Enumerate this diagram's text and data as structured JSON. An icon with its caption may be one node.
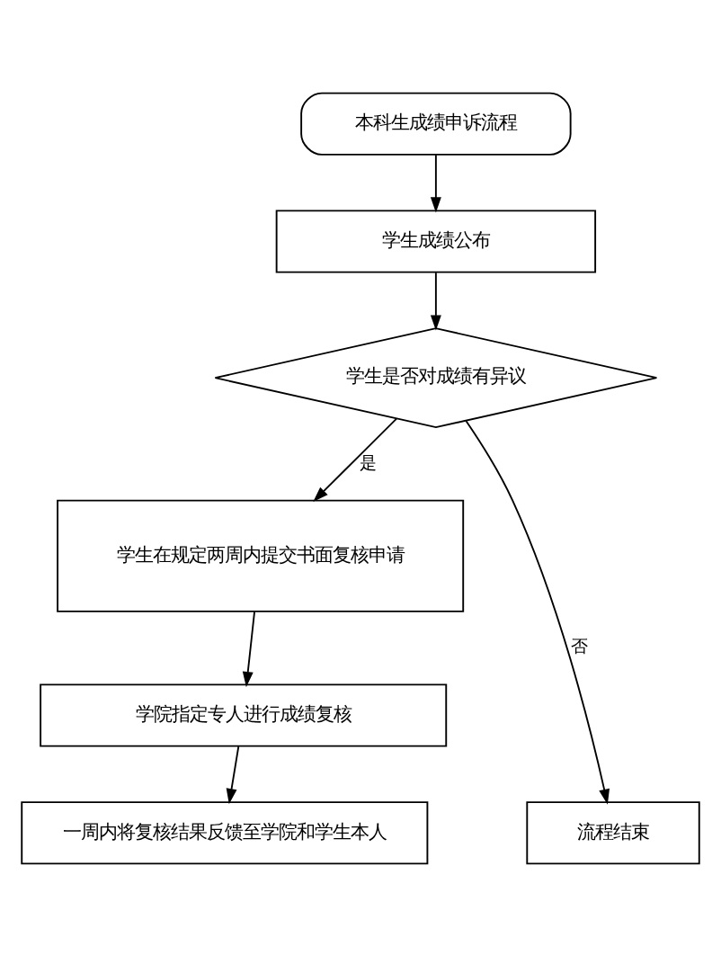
{
  "diagram": {
    "nodes": [
      {
        "text": [
          "本科生成绩申诉流程"
        ]
      },
      {
        "text": [
          "学生成绩公布"
        ]
      },
      {
        "text": [
          "学生是否对成绩有异议"
        ]
      },
      {
        "text": [
          "学生在规定两周内提交书面复核申请"
        ]
      },
      {
        "text": [
          "学院指定专人进行成绩复核"
        ]
      },
      {
        "text": [
          "一周内将复核结果反馈至学院和学生本人"
        ]
      },
      {
        "text": [
          "流程结束"
        ]
      }
    ],
    "edges": [
      {
        "from": 0,
        "to": 1,
        "arrow": "to"
      },
      {
        "from": 1,
        "to": 2,
        "arrow": "to"
      },
      {
        "from": 2,
        "to": 3,
        "arrow": "to",
        "label": "是"
      },
      {
        "from": 3,
        "to": 4,
        "arrow": "to"
      },
      {
        "from": 4,
        "to": 5,
        "arrow": "to"
      },
      {
        "from": 2,
        "to": 6,
        "arrow": "to",
        "label": "否"
      }
    ]
  }
}
